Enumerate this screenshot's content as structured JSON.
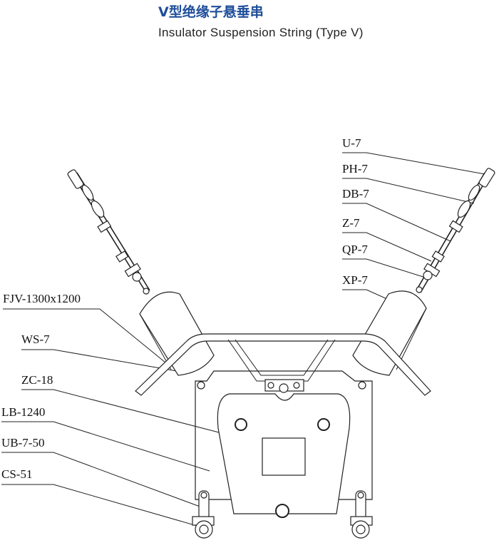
{
  "title": {
    "cn": "V型绝缘子悬垂串",
    "en": "Insulator Suspension String (Type V)"
  },
  "labels": {
    "right": [
      "U-7",
      "PH-7",
      "DB-7",
      "Z-7",
      "QP-7",
      "XP-7"
    ],
    "left": [
      "FJV-1300x1200",
      "WS-7",
      "ZC-18",
      "LB-1240",
      "UB-7-50",
      "CS-51"
    ]
  }
}
